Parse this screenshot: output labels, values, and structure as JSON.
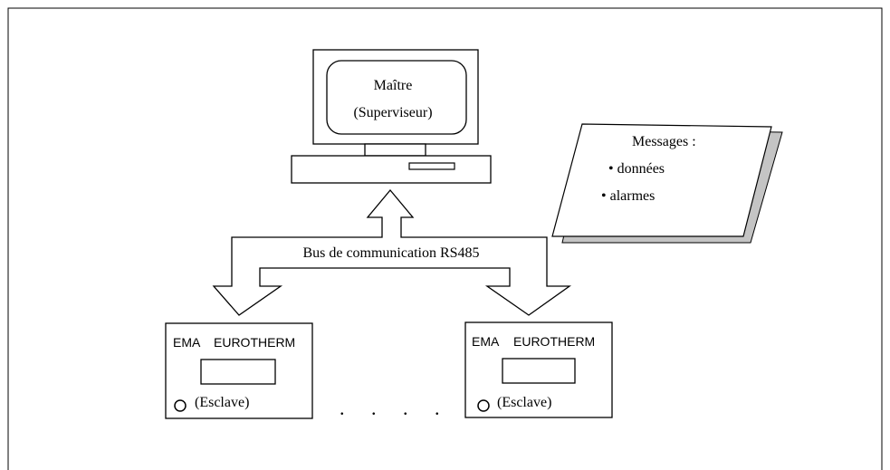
{
  "master": {
    "line1": "Maître",
    "line2": "(Superviseur)"
  },
  "bus": {
    "label": "Bus de communication RS485"
  },
  "messages": {
    "title": "Messages :",
    "items": [
      "• données",
      "• alarmes"
    ]
  },
  "slaves": [
    {
      "brand1": "EMA",
      "brand2": "EUROTHERM",
      "role": "(Esclave)"
    },
    {
      "brand1": "EMA",
      "brand2": "EUROTHERM",
      "role": "(Esclave)"
    }
  ],
  "ellipsis": ". . . ."
}
